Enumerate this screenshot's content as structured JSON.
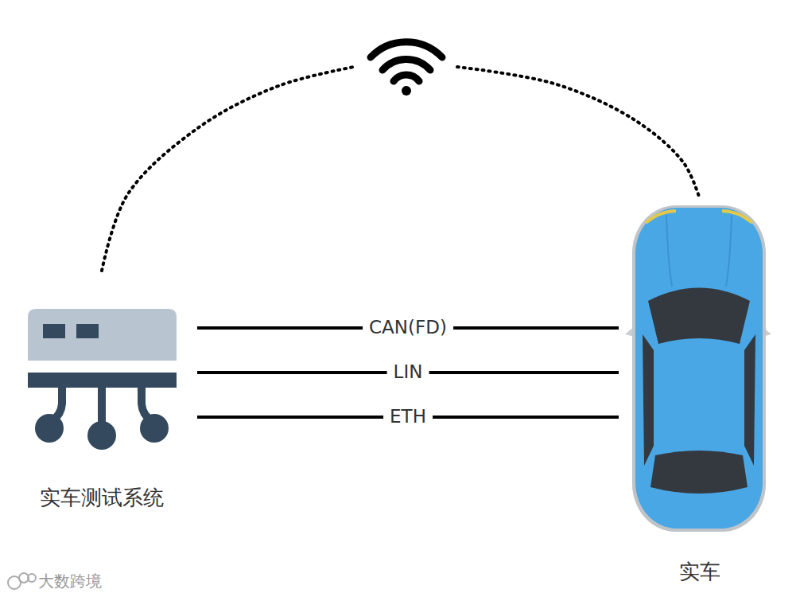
{
  "diagram": {
    "nodes": [
      {
        "text": [
          "实车测试系统"
        ]
      },
      {
        "text": [
          "实车"
        ]
      }
    ],
    "edges": [
      {
        "from": 0,
        "to": 1,
        "label": "CAN(FD)",
        "arrow": "none"
      },
      {
        "from": 0,
        "to": 1,
        "label": "LIN",
        "arrow": "none"
      },
      {
        "from": 0,
        "to": 1,
        "label": "ETH",
        "arrow": "none"
      },
      {
        "from": 0,
        "to": 1,
        "arrow": "none"
      }
    ],
    "labels": [
      "大数跨境"
    ]
  }
}
